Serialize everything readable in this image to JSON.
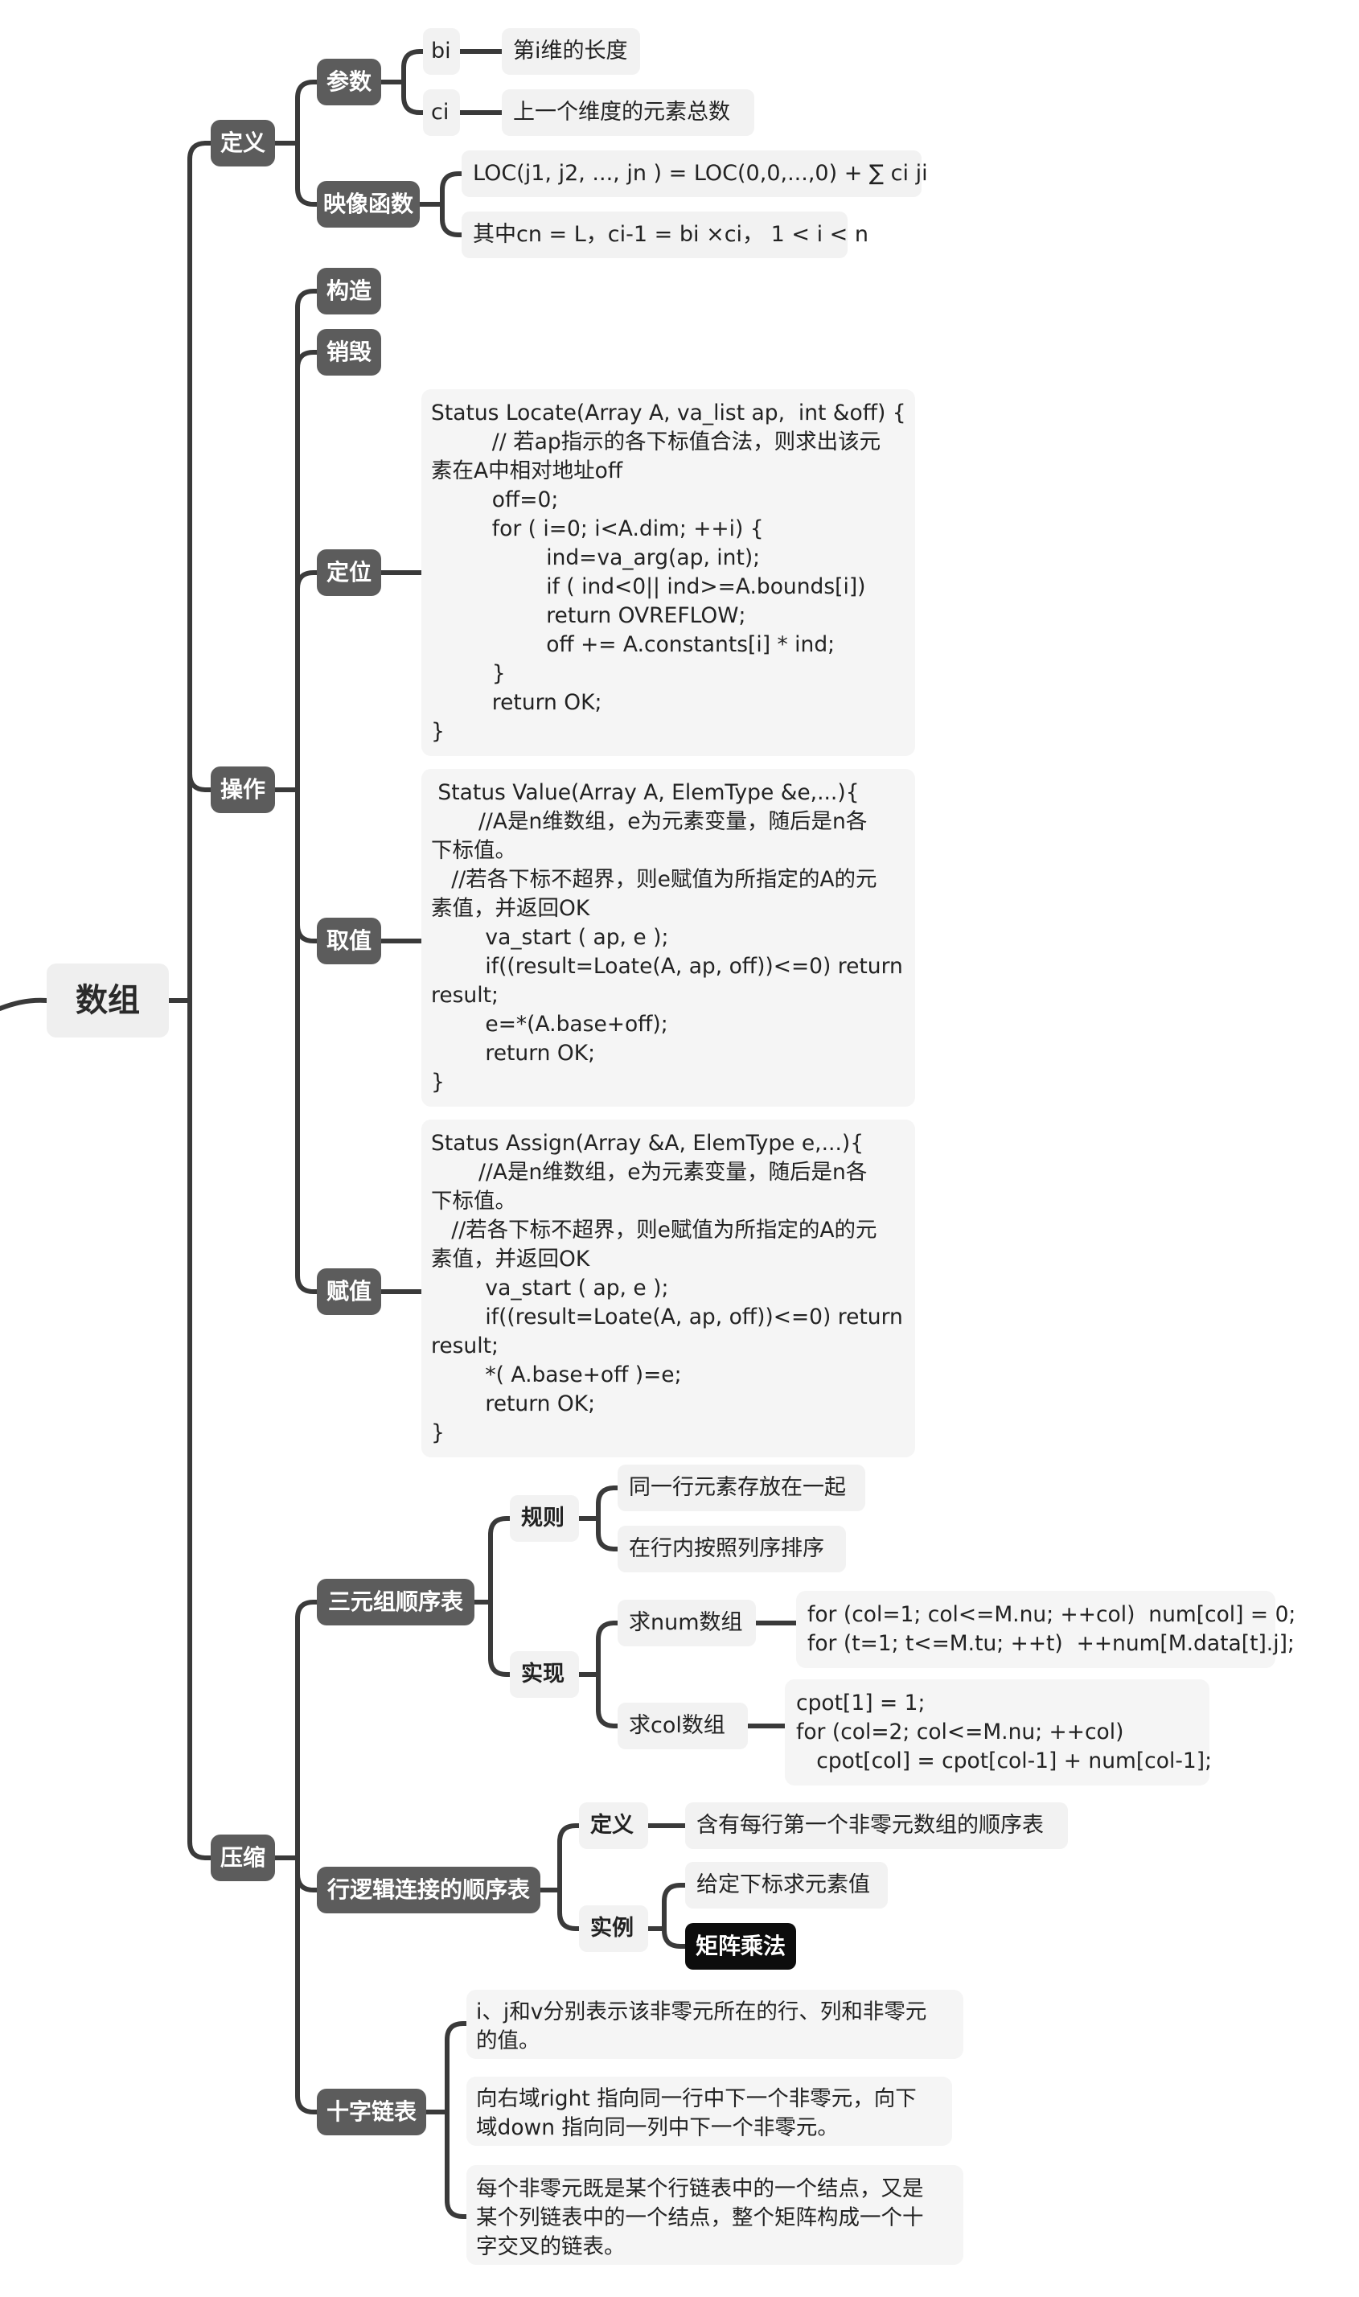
{
  "root": "数组",
  "def": {
    "label": "定义",
    "params": {
      "label": "参数",
      "bi": {
        "key": "bi",
        "desc": "第i维的长度"
      },
      "ci": {
        "key": "ci",
        "desc": "上一个维度的元素总数"
      }
    },
    "mapping": {
      "label": "映像函数",
      "formula": "LOC(j1, j2, ..., jn ) = LOC(0,0,...,0) + ∑ ci ji",
      "note": "其中cn = L，ci-1 = bi ×ci， 1 < i < n"
    }
  },
  "ops": {
    "label": "操作",
    "construct": "构造",
    "destroy": "销毁",
    "locate": {
      "label": "定位",
      "code": "Status Locate(Array A, va_list ap,  int &off) {\n         // 若ap指示的各下标值合法，则求出该元\n素在A中相对地址off\n         off=0;\n         for ( i=0; i<A.dim; ++i) {\n                 ind=va_arg(ap, int);\n                 if ( ind<0|| ind>=A.bounds[i])\n                 return OVREFLOW;\n                 off += A.constants[i] * ind;\n         }\n         return OK;\n}"
    },
    "value": {
      "label": "取值",
      "code": " Status Value(Array A, ElemType &e,...){\n       //A是n维数组，e为元素变量，随后是n各\n下标值。\n   //若各下标不超界，则e赋值为所指定的A的元\n素值，并返回OK\n        va_start ( ap, e );\n        if((result=Loate(A, ap, off))<=0) return\nresult;\n        e=*(A.base+off);\n        return OK;\n}"
    },
    "assign": {
      "label": "赋值",
      "code": "Status Assign(Array &A, ElemType e,...){\n       //A是n维数组，e为元素变量，随后是n各\n下标值。\n   //若各下标不超界，则e赋值为所指定的A的元\n素值，并返回OK\n        va_start ( ap, e );\n        if((result=Loate(A, ap, off))<=0) return\nresult;\n        *( A.base+off )=e;\n        return OK;\n}"
    }
  },
  "compress": {
    "label": "压缩",
    "triple": {
      "label": "三元组顺序表",
      "rules": {
        "label": "规则",
        "items": [
          "同一行元素存放在一起",
          "在行内按照列序排序"
        ]
      },
      "impl": {
        "label": "实现",
        "num": {
          "label": "求num数组",
          "code": "for (col=1; col<=M.nu; ++col)  num[col] = 0;\nfor (t=1; t<=M.tu; ++t)  ++num[M.data[t].j];"
        },
        "cpot": {
          "label": "求col数组",
          "code": "cpot[1] = 1;\nfor (col=2; col<=M.nu; ++col)\n   cpot[col] = cpot[col-1] + num[col-1];"
        }
      }
    },
    "rowlink": {
      "label": "行逻辑连接的顺序表",
      "def": {
        "label": "定义",
        "text": "含有每行第一个非零元数组的顺序表"
      },
      "example": {
        "label": "实例",
        "items": [
          "给定下标求元素值",
          "矩阵乘法"
        ]
      }
    },
    "cross": {
      "label": "十字链表",
      "items": [
        "i、j和v分别表示该非零元所在的行、列和非零元\n的值。",
        "向右域right 指向同一行中下一个非零元，向下\n域down 指向同一列中下一个非零元。",
        "每个非零元既是某个行链表中的一个结点，又是\n某个列链表中的一个结点，整个矩阵构成一个十\n字交叉的链表。"
      ]
    }
  }
}
